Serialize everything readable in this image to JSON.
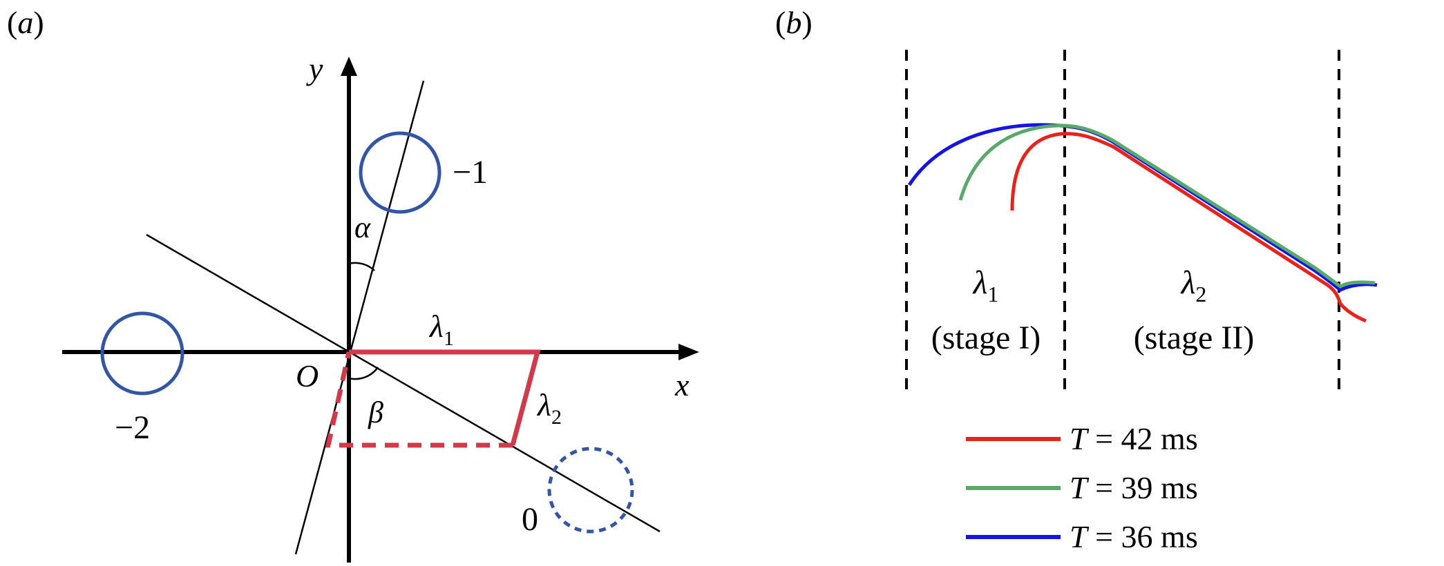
{
  "panel_a": {
    "label": "(a)",
    "axis_x": "x",
    "axis_y": "y",
    "origin": "O",
    "angle_alpha": "α",
    "angle_beta": "β",
    "lambda1": "λ",
    "lambda1_sub": "1",
    "lambda2": "λ",
    "lambda2_sub": "2",
    "pos_minus1": "−1",
    "pos_minus2": "−2",
    "pos_zero": "0",
    "colors": {
      "circle": "#3355a5",
      "path": "#d13a4a"
    }
  },
  "panel_b": {
    "label": "(b)",
    "stage1_lambda": "λ",
    "stage1_sub": "1",
    "stage1_text": "(stage I)",
    "stage2_lambda": "λ",
    "stage2_sub": "2",
    "stage2_text": "(stage II)",
    "legend": [
      {
        "T": "T",
        "rest": " = 42 ms",
        "color": "#e8231c"
      },
      {
        "T": "T",
        "rest": " = 39 ms",
        "color": "#58a96a"
      },
      {
        "T": "T",
        "rest": " = 36 ms",
        "color": "#1414e6"
      }
    ]
  }
}
